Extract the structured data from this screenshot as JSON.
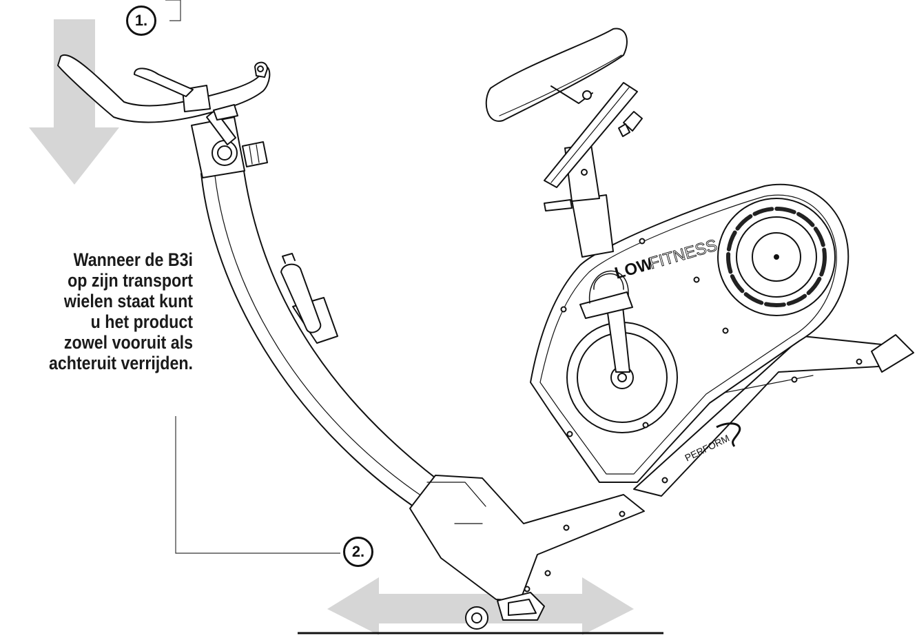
{
  "caption": {
    "lines": [
      "Wanneer de B3i",
      "op zijn transport",
      "wielen staat kunt",
      "u het product",
      "zowel vooruit als",
      "achteruit verrijden."
    ]
  },
  "steps": {
    "step1": "1.",
    "step2": "2."
  },
  "brand": {
    "logo_bold": "LOW",
    "logo_light": "FITNESS",
    "model_mark": "PERFORM"
  },
  "colors": {
    "arrow_gray": "#d6d6d6",
    "line_black": "#111111"
  },
  "icons": {
    "down_arrow": "down-arrow-icon",
    "move_arrow": "left-right-arrow-icon"
  }
}
